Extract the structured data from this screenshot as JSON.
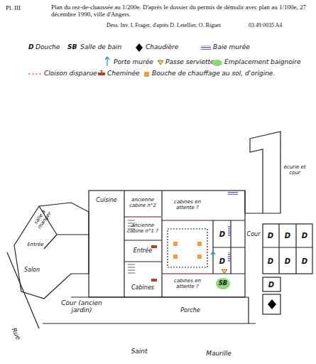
{
  "diagram": {
    "title": "Plan du rez-de-chaussée au 1/200e. D'après le dossier du permis de démolir avec plan au 1/100e, 27 décembre 1990, ville d'Angers.",
    "labels": [
      "Pl. III",
      "Dess. Inv. I. Frager, d'après D. Letellier, O. Biguet",
      "03 49 0035 A4",
      "D",
      "SB",
      "salle à manger",
      "Cuisine",
      "ancienne cabine n°2",
      "ancienne cabine n°1 ?",
      "cabines en attente ?",
      "Entrée",
      "Entrée",
      "Salon",
      "Cabines",
      "cabines en attente ?",
      "Cour (ancien jardin)",
      "Porche",
      "Cour",
      "écurie et cour",
      "Rue",
      "Saint",
      "Maurille",
      "D",
      "D",
      "D",
      "D",
      "D",
      "D",
      "D",
      "D",
      "D",
      "SB"
    ],
    "legend": [
      {
        "text": "Douche"
      },
      {
        "text": "Salle de bain"
      },
      {
        "text": "Chaudière"
      },
      {
        "text": "Baie murée"
      },
      {
        "text": "Porte murée"
      },
      {
        "text": "Passe serviette"
      },
      {
        "text": "Emplacement baignoire",
        "color": "#8fd67a"
      },
      {
        "text": "Cloison disparue ?"
      },
      {
        "text": "Cheminée",
        "color": "#c0392b"
      },
      {
        "text": "Bouche de chauffage au sol, d'origine.",
        "color": "#e8a040"
      }
    ]
  }
}
